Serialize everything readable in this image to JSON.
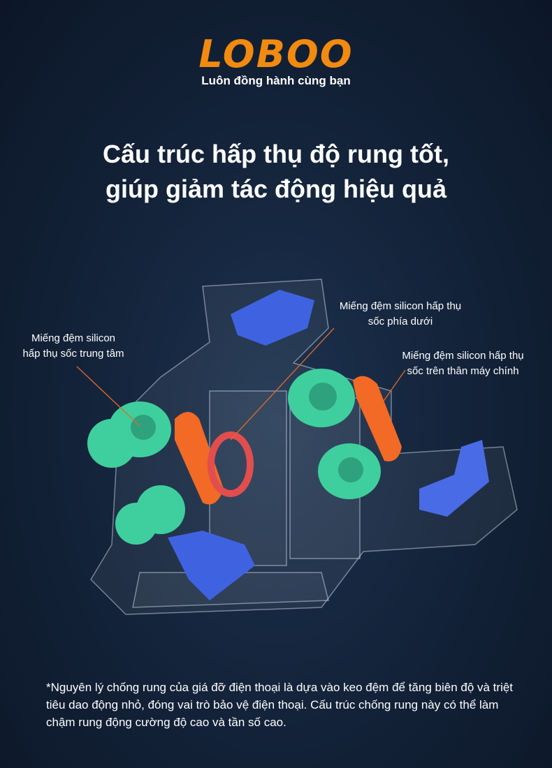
{
  "brand": {
    "logo_text": "LOBOO",
    "tagline": "Luôn đồng hành cùng bạn",
    "accent": "#f28a0f"
  },
  "headline": {
    "line1": "Cấu trúc hấp thụ độ rung tốt,",
    "line2": "giúp giảm tác động hiệu quả"
  },
  "callouts": {
    "center": {
      "line1": "Miếng đệm silicon",
      "line2": "hấp thụ sốc trung tâm"
    },
    "bottom": {
      "line1": "Miếng đệm silicon hấp thụ",
      "line2": "sốc phía dưới"
    },
    "body": {
      "line1": "Miếng đệm silicon hấp thụ",
      "line2": "sốc trên thân máy chính"
    }
  },
  "colors": {
    "blue": "#3f63e0",
    "teal": "#3fcf9e",
    "orange": "#f26a25",
    "red": "#e24d4d",
    "line": "#e06a2a"
  },
  "footnote": "*Nguyên lý chống rung của giá đỡ điện thoại là dựa vào keo đệm để tăng biên độ và triệt tiêu dao động nhỏ, đóng vai trò bảo vệ điện thoại. Cấu trúc chống rung này có thể làm chậm rung động cường độ cao và tần số cao."
}
